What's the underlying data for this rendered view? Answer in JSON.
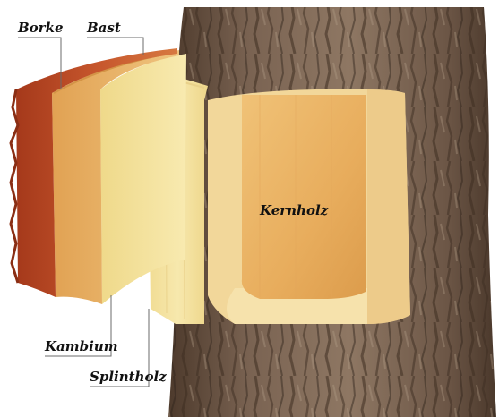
{
  "diagram": {
    "labels": {
      "borke": "Borke",
      "bast": "Bast",
      "kambium": "Kambium",
      "splintholz": "Splintholz",
      "kernholz": "Kernholz"
    },
    "colors": {
      "background": "#ffffff",
      "bark_dark": "#5a4534",
      "bark_mid": "#7d6451",
      "bark_light": "#a08b79",
      "borke": "#c6562c",
      "bast": "#e9b56b",
      "kambium": "#f4e09a",
      "splintholz": "#f6e6a2",
      "kernholz": "#eab05f",
      "leader_line": "#6b6b6b",
      "text": "#111111"
    }
  }
}
